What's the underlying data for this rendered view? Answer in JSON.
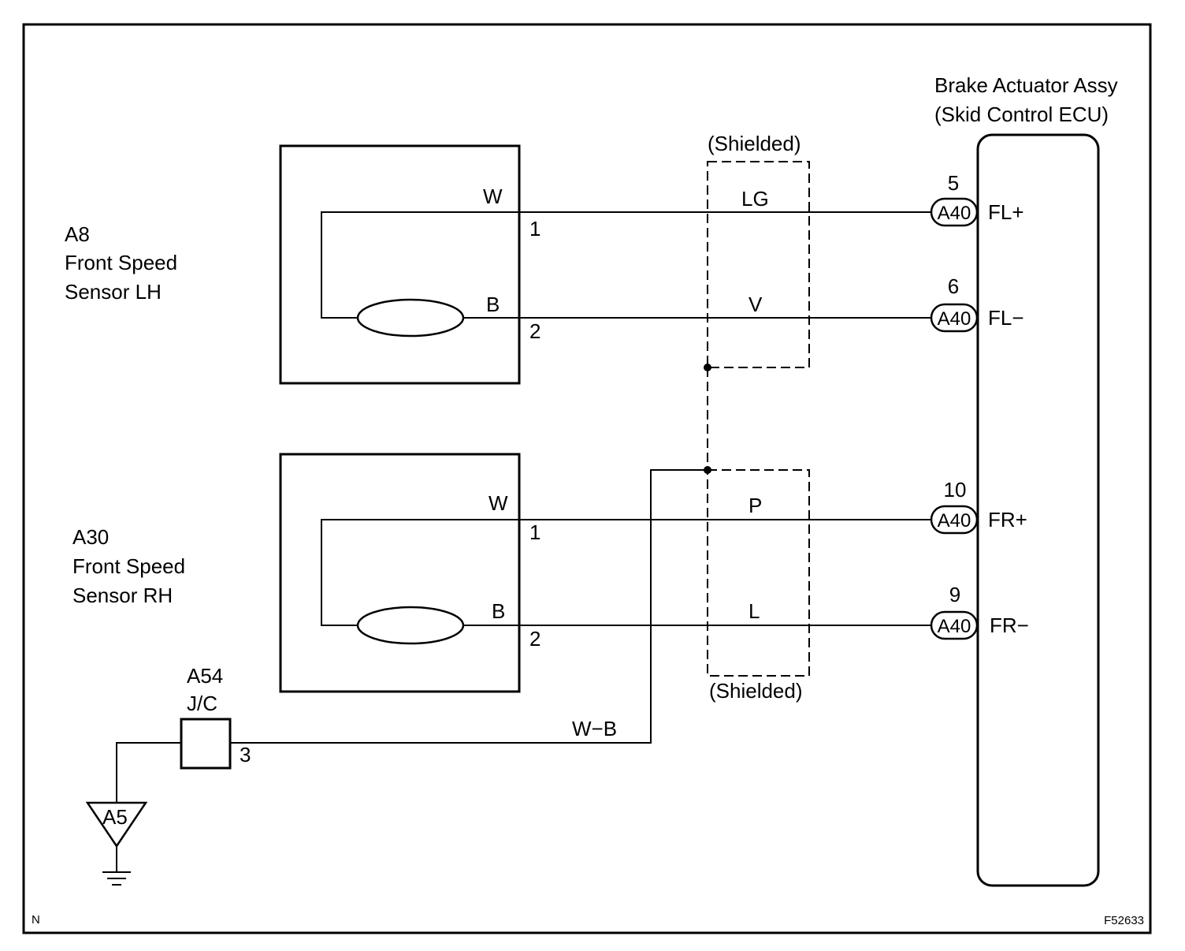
{
  "ecu": {
    "name_line1": "Brake Actuator Assy",
    "name_line2": "(Skid Control ECU)",
    "connector": "A40",
    "pins": [
      {
        "number": "5",
        "label": "FL+"
      },
      {
        "number": "6",
        "label": "FL−"
      },
      {
        "number": "10",
        "label": "FR+"
      },
      {
        "number": "9",
        "label": "FR−"
      }
    ]
  },
  "sensor_lh": {
    "code": "A8",
    "name_line1": "Front Speed",
    "name_line2": "Sensor LH",
    "wire1_color": "W",
    "wire2_color": "B",
    "pin1": "1",
    "pin2": "2"
  },
  "sensor_rh": {
    "code": "A30",
    "name_line1": "Front Speed",
    "name_line2": "Sensor RH",
    "wire1_color": "W",
    "wire2_color": "B",
    "pin1": "1",
    "pin2": "2"
  },
  "harness": {
    "shield_label": "(Shielded)",
    "lh_plus_color": "LG",
    "lh_minus_color": "V",
    "rh_plus_color": "P",
    "rh_minus_color": "L",
    "ground_wire_color": "W−B"
  },
  "junction": {
    "code": "A54",
    "type": "J/C",
    "pin": "3"
  },
  "ground": {
    "code": "A5"
  },
  "corner_left": "N",
  "figure_id": "F52633"
}
